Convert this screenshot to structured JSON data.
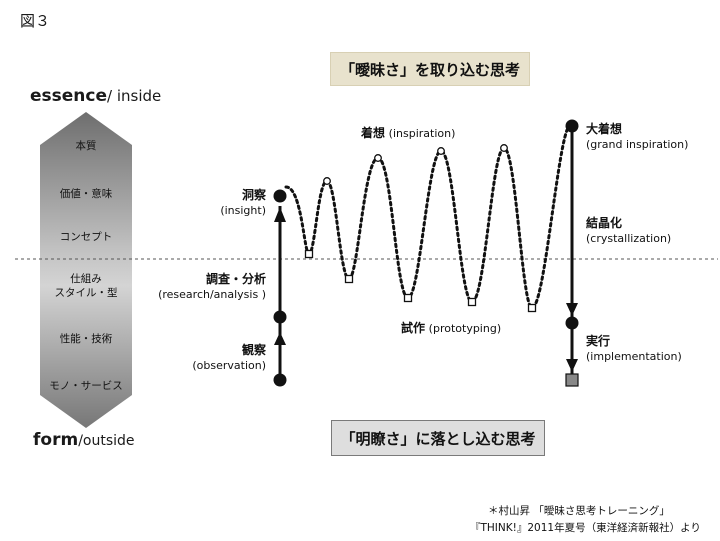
{
  "figure_label": "図３",
  "banner_top": "「曖昧さ」を取り込む思考",
  "banner_bottom": "「明瞭さ」に落とし込む思考",
  "essence": {
    "bold": "essence",
    "rest": "/ inside"
  },
  "form": {
    "bold": "form",
    "rest": "/outside"
  },
  "scale_items": [
    "本質",
    "価値・意味",
    "コンセプト",
    "仕組み\nスタイル・型",
    "性能・技術",
    "モノ・サービス"
  ],
  "labels": {
    "insight_jp": "洞察",
    "insight_en": "(insight)",
    "research_jp": "調査・分析",
    "research_en": "(research/analysis )",
    "observation_jp": "観察",
    "observation_en": "(observation)",
    "inspiration_jp": "着想",
    "inspiration_en": "(inspiration)",
    "prototyping_jp": "試作",
    "prototyping_en": "(prototyping)",
    "grand_jp": "大着想",
    "grand_en": "(grand inspiration)",
    "crystal_jp": "結晶化",
    "crystal_en": "(crystallization)",
    "impl_jp": "実行",
    "impl_en": "(implementation)"
  },
  "citation": {
    "line1": "＊村山昇 「曖昧さ思考トレーニング」",
    "line2": "『THINK!』2011年夏号（東洋経済新報社）より"
  },
  "colors": {
    "banner_top_bg": "#e8e2cd",
    "banner_bottom_bg": "#dedede",
    "scale_dark": "#6e6e6e",
    "scale_light": "#d8d8d8"
  }
}
